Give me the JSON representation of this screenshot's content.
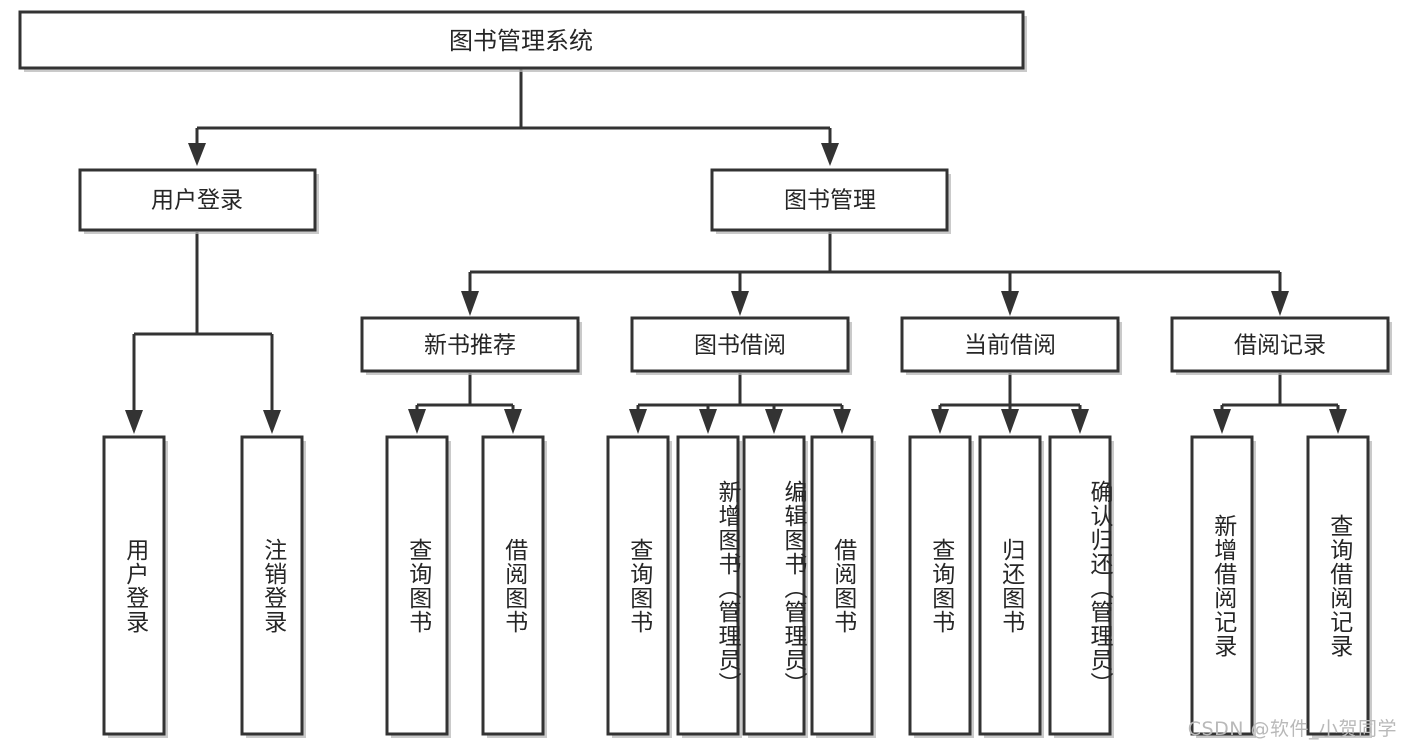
{
  "diagram": {
    "title": "图书管理系统",
    "type": "hierarchy-tree",
    "root": {
      "id": "root",
      "label": "图书管理系统",
      "orientation": "horizontal"
    },
    "level2": [
      {
        "id": "user-login",
        "label": "用户登录",
        "orientation": "horizontal"
      },
      {
        "id": "book-manage",
        "label": "图书管理",
        "orientation": "horizontal"
      }
    ],
    "level3": [
      {
        "id": "new-book-recommend",
        "label": "新书推荐",
        "parent": "book-manage",
        "orientation": "horizontal"
      },
      {
        "id": "book-borrow",
        "label": "图书借阅",
        "parent": "book-manage",
        "orientation": "horizontal"
      },
      {
        "id": "current-borrow",
        "label": "当前借阅",
        "parent": "book-manage",
        "orientation": "horizontal"
      },
      {
        "id": "borrow-record",
        "label": "借阅记录",
        "parent": "book-manage",
        "orientation": "horizontal"
      }
    ],
    "leaves": [
      {
        "id": "leaf-user-login",
        "label": "用户登录",
        "parent": "user-login",
        "orientation": "vertical"
      },
      {
        "id": "leaf-user-logout",
        "label": "注销登录",
        "parent": "user-login",
        "orientation": "vertical"
      },
      {
        "id": "leaf-query-book-1",
        "label": "查询图书",
        "parent": "new-book-recommend",
        "orientation": "vertical"
      },
      {
        "id": "leaf-borrow-book-1",
        "label": "借阅图书",
        "parent": "new-book-recommend",
        "orientation": "vertical"
      },
      {
        "id": "leaf-query-book-2",
        "label": "查询图书",
        "parent": "book-borrow",
        "orientation": "vertical"
      },
      {
        "id": "leaf-add-book",
        "label": "新增图书（管理员）",
        "parent": "book-borrow",
        "orientation": "vertical"
      },
      {
        "id": "leaf-edit-book",
        "label": "编辑图书（管理员）",
        "parent": "book-borrow",
        "orientation": "vertical"
      },
      {
        "id": "leaf-borrow-book-2",
        "label": "借阅图书",
        "parent": "book-borrow",
        "orientation": "vertical"
      },
      {
        "id": "leaf-query-book-3",
        "label": "查询图书",
        "parent": "current-borrow",
        "orientation": "vertical"
      },
      {
        "id": "leaf-return-book",
        "label": "归还图书",
        "parent": "current-borrow",
        "orientation": "vertical"
      },
      {
        "id": "leaf-confirm-return",
        "label": "确认归还（管理员）",
        "parent": "current-borrow",
        "orientation": "vertical"
      },
      {
        "id": "leaf-add-record",
        "label": "新增借阅记录",
        "parent": "borrow-record",
        "orientation": "vertical"
      },
      {
        "id": "leaf-query-record",
        "label": "查询借阅记录",
        "parent": "borrow-record",
        "orientation": "vertical"
      }
    ],
    "colors": {
      "box_border": "#333333",
      "box_fill": "#ffffff",
      "connector": "#333333",
      "text": "#262626",
      "watermark": "#b9b9b9",
      "background": "#ffffff"
    }
  },
  "watermark": {
    "text": "CSDN @软件_小贺同学"
  }
}
